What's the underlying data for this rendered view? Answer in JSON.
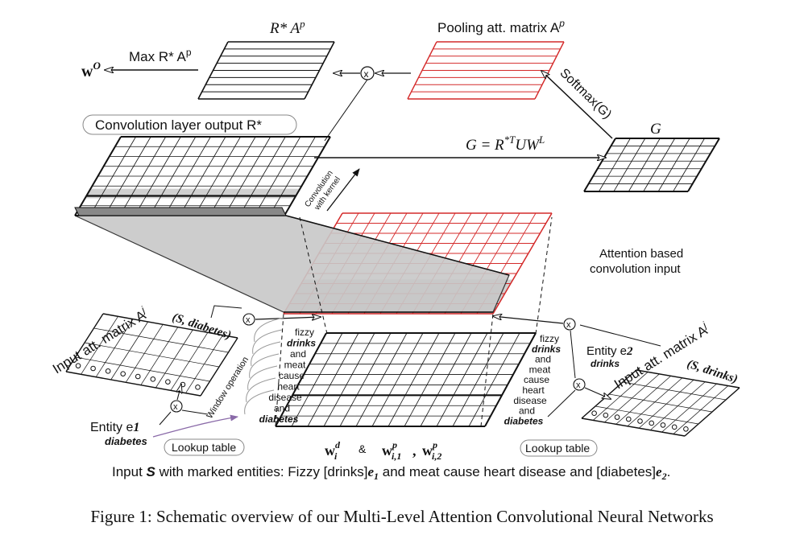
{
  "labels": {
    "rstar_ap": "R* A",
    "rstar_ap_sup": "p",
    "pooling_title": "Pooling att. matrix A",
    "pooling_title_sup": "p",
    "max_label": "Max R* A",
    "max_label_sup": "p",
    "wo": "w",
    "wo_sup": "O",
    "softmax": "Softmax(G)",
    "g_label": "G",
    "g_equation": "G = R",
    "g_equation_rest": "UW",
    "g_equation_sup1": "*T",
    "g_equation_sup2": "L",
    "conv_output": "Convolution layer output  R*",
    "conv_kernel_1": "Convolution",
    "conv_kernel_2": "with kernel",
    "attention_1": "Attention based",
    "attention_2": "convolution input",
    "input_att_left": "Input att. matrix A",
    "input_att_left_sup": "j",
    "s_diabetes": "(S, diabetes)",
    "input_att_right": "Input att. matrix A",
    "input_att_right_sup": "j",
    "s_drinks": "(S, drinks)",
    "entity_e1": "Entity e",
    "entity_e1_sub": "1",
    "entity_e1_word": "diabetes",
    "entity_e2": "Entity e",
    "entity_e2_sub": "2",
    "entity_e2_word": "drinks",
    "window_operation": "Window operation",
    "lookup_left": "Lookup table",
    "lookup_right": "Lookup table",
    "x_symbol": "x",
    "w_d": "w",
    "w_d_sup": "d",
    "w_d_sub": "i",
    "amp": "&",
    "w_p1": "w",
    "w_p1_sup": "p",
    "w_p1_sub": "i,1",
    "comma": ",",
    "w_p2": "w",
    "w_p2_sup": "p",
    "w_p2_sub": "i,2",
    "input_sentence_pre": "Input ",
    "input_sentence_s": "S",
    "input_sentence_mid": " with marked entities: Fizzy [drinks]",
    "input_sentence_e1": "e",
    "input_sentence_e1_sub": "1",
    "input_sentence_mid2": " and meat cause heart disease and [diabetes]",
    "input_sentence_e2": "e",
    "input_sentence_e2_sub": "2",
    "input_sentence_end": "."
  },
  "left_words": [
    "fizzy",
    "drinks",
    "and",
    "meat",
    "cause",
    "heart",
    "disease",
    "and",
    "diabetes"
  ],
  "right_words": [
    "fizzy",
    "drinks",
    "and",
    "meat",
    "cause",
    "heart",
    "disease",
    "and",
    "diabetes"
  ],
  "caption": "Figure 1: Schematic overview of our Multi-Level Attention Convolutional Neural Networks",
  "colors": {
    "red": "#d42a2a",
    "gray_fill": "#c8c8c8",
    "arrow_purple": "#8a6aa8"
  }
}
